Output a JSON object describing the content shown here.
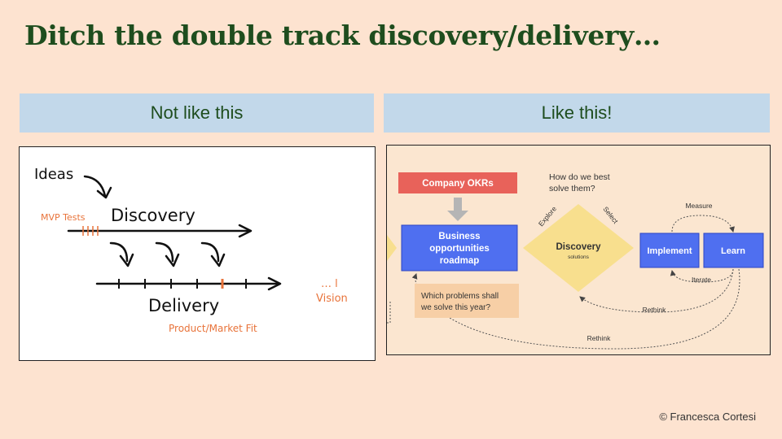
{
  "title": "Ditch the double track discovery/delivery…",
  "left_column": {
    "header": "Not like this",
    "labels": {
      "ideas": "Ideas",
      "mvp_tests": "MVP Tests",
      "discovery": "Discovery",
      "delivery": "Delivery",
      "product_market_fit": "Product/Market Fit",
      "ellipsis": "… l",
      "vision": "Vision"
    }
  },
  "right_column": {
    "header": "Like this!",
    "labels": {
      "company_okrs": "Company OKRs",
      "how_do_we_best": "How do we best",
      "solve_them": "solve them?",
      "explore": "Explore",
      "select": "Select",
      "business_line1": "Business",
      "business_line2": "opportunities",
      "business_line3": "roadmap",
      "discovery": "Discovery",
      "discovery_sub": "solutions",
      "implement": "Implement",
      "learn": "Learn",
      "measure": "Measure",
      "iterate": "Iterate",
      "rethink_inner": "Rethink",
      "rethink_outer": "Rethink",
      "which_problems_line1": "Which problems shall",
      "which_problems_line2": "we solve this year?"
    }
  },
  "credit": "© Francesca Cortesi",
  "colors": {
    "background": "#fde3d0",
    "title": "#1e4d1e",
    "header_bg": "#c2d8ea",
    "okr_red": "#e8625a",
    "blue_box": "#4f6ff0",
    "diamond": "#f8df8e",
    "peach_box": "#f7cfa6",
    "orange_hand": "#e8733a"
  }
}
